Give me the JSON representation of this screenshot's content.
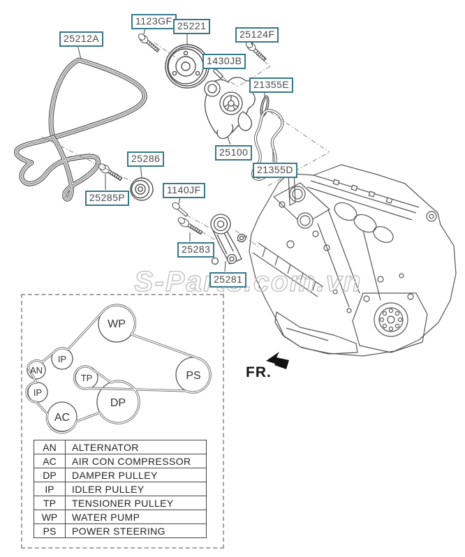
{
  "diagram": {
    "watermark": "S-Parts.com.vn",
    "fr_label": "FR.",
    "part_labels": [
      {
        "code": "25212A"
      },
      {
        "code": "1123GF"
      },
      {
        "code": "25221"
      },
      {
        "code": "25124F"
      },
      {
        "code": "1430JB"
      },
      {
        "code": "21355E"
      },
      {
        "code": "25100"
      },
      {
        "code": "21355D"
      },
      {
        "code": "25286"
      },
      {
        "code": "25285P"
      },
      {
        "code": "1140JF"
      },
      {
        "code": "25283"
      },
      {
        "code": "25281"
      }
    ]
  },
  "belt_schematic": {
    "pulleys": [
      {
        "code": "WP"
      },
      {
        "code": "IP"
      },
      {
        "code": "AN"
      },
      {
        "code": "TP"
      },
      {
        "code": "IP"
      },
      {
        "code": "DP"
      },
      {
        "code": "AC"
      },
      {
        "code": "PS"
      }
    ],
    "legend": [
      {
        "abbr": "AN",
        "name": "ALTERNATOR"
      },
      {
        "abbr": "AC",
        "name": "AIR CON COMPRESSOR"
      },
      {
        "abbr": "DP",
        "name": "DAMPER PULLEY"
      },
      {
        "abbr": "IP",
        "name": "IDLER PULLEY"
      },
      {
        "abbr": "TP",
        "name": "TENSIONER PULLEY"
      },
      {
        "abbr": "WP",
        "name": "WATER PUMP"
      },
      {
        "abbr": "PS",
        "name": "POWER STEERING"
      }
    ]
  },
  "colors": {
    "label_border": "#35788c",
    "label_text": "#4a4a4a",
    "line": "#4d4d4d",
    "watermark": "#c2c2c2"
  }
}
